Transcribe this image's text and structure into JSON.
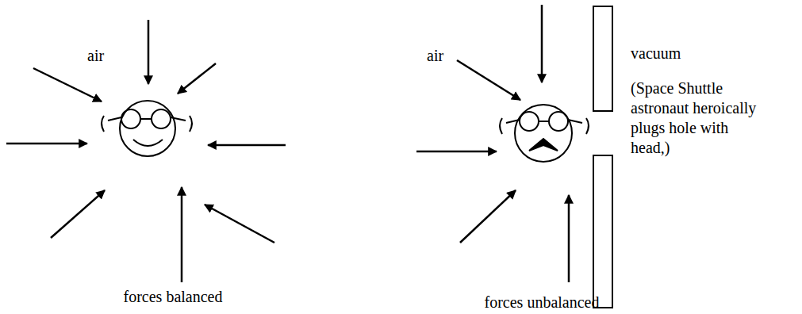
{
  "diagram": {
    "labels": [
      "air",
      "forces balanced",
      "air",
      "vacuum",
      "(Space Shuttle astronaut heroically plugs hole with head,)",
      "forces unbalanced"
    ]
  }
}
